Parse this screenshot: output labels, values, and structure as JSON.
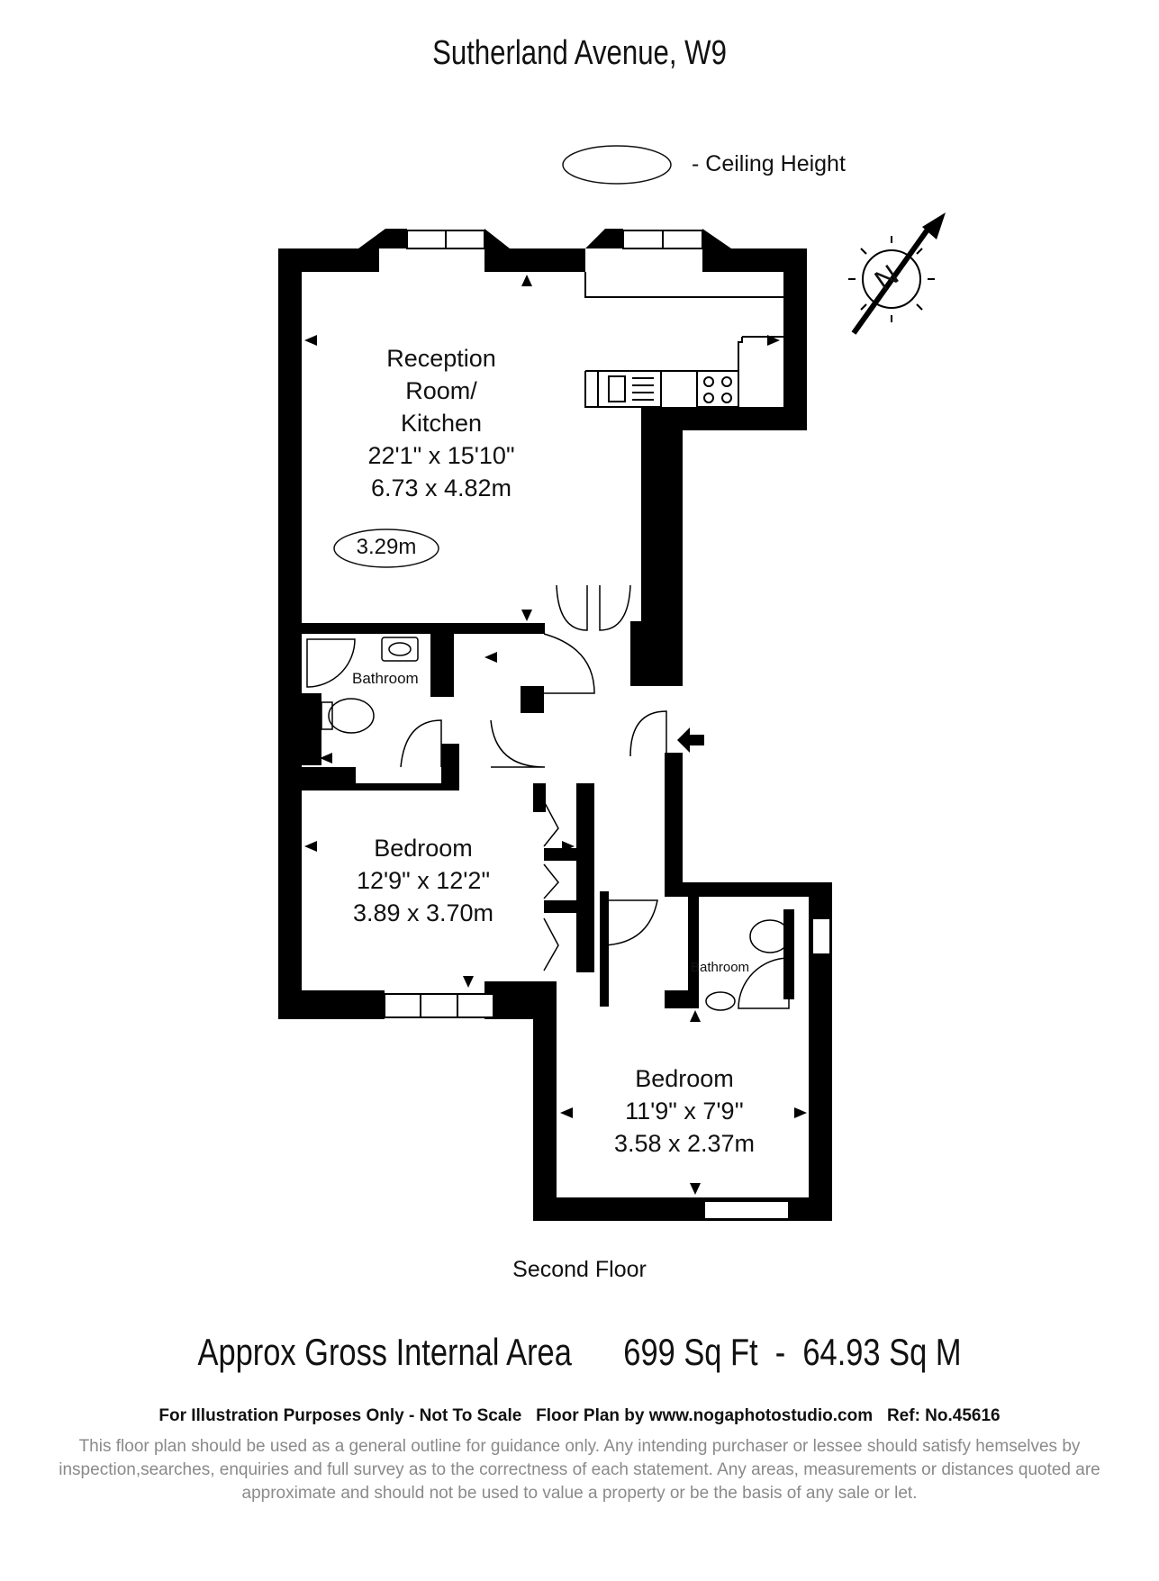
{
  "title": "Sutherland Avenue, W9",
  "legend": {
    "label": "- Ceiling Height"
  },
  "compass": {
    "letter": "N"
  },
  "rooms": [
    {
      "name": "Reception\nRoom/\nKitchen",
      "imperial": "22'1\" x 15'10\"",
      "metric": "6.73 x 4.82m"
    },
    {
      "name": "Bedroom",
      "imperial": "12'9\" x 12'2\"",
      "metric": "3.89 x 3.70m"
    },
    {
      "name": "Bedroom",
      "imperial": "11'9\" x 7'9''",
      "metric": "3.58 x 2.37m"
    }
  ],
  "bathrooms": [
    "Bathroom",
    "Bathroom"
  ],
  "ceiling_height": "3.29m",
  "floor_name": "Second Floor",
  "area": {
    "label": "Approx Gross Internal Area",
    "sqft": "699 Sq Ft",
    "separator": "-",
    "sqm": "64.93 Sq M"
  },
  "credit": "For Illustration Purposes Only - Not To Scale   Floor Plan by www.nogaphotostudio.com   Ref: No.45616",
  "disclaimer": "This floor plan should be used as a general outline for guidance only. Any intending purchaser or lessee should satisfy hemselves by inspection,searches, enquiries and full survey as to the correctness of each statement. Any areas, measurements or distances quoted are approximate and should not be used to value a property or be the basis of any sale or let."
}
